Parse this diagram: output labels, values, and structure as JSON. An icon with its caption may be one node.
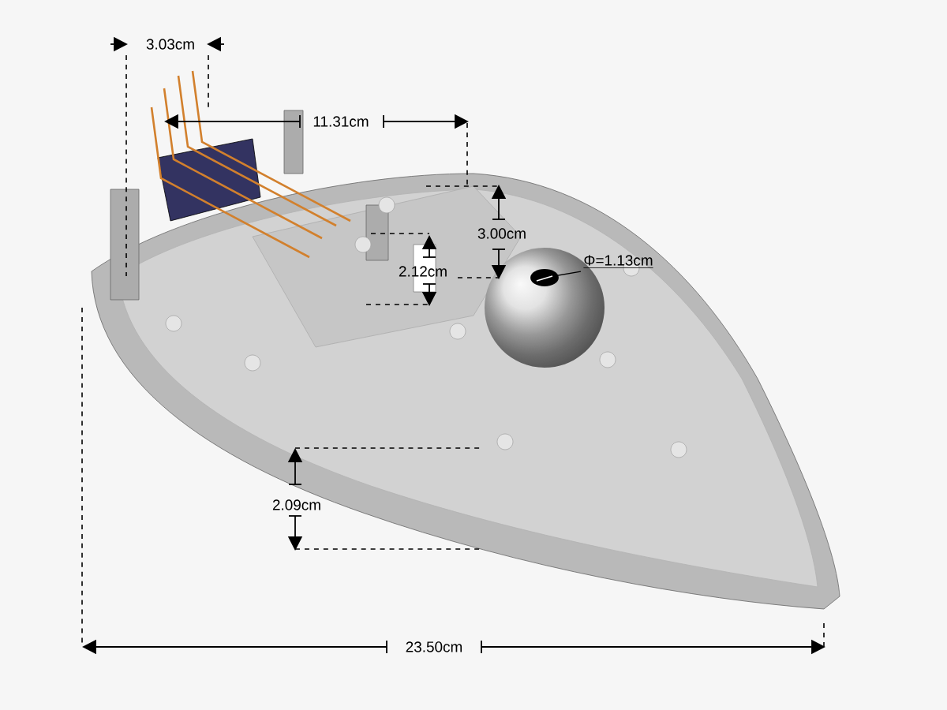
{
  "diagram": {
    "nodes": [
      {
        "text": [
          "Φ=1.13cm"
        ]
      },
      {
        "text": [],
        "shape": "circle"
      }
    ],
    "edges": [
      {
        "from": 0,
        "to": 1,
        "arrow": "none"
      }
    ],
    "labels": [
      "3.03cm",
      "11.31cm",
      "3.00cm",
      "2.12cm",
      "2.09cm",
      "23.50cm"
    ]
  }
}
